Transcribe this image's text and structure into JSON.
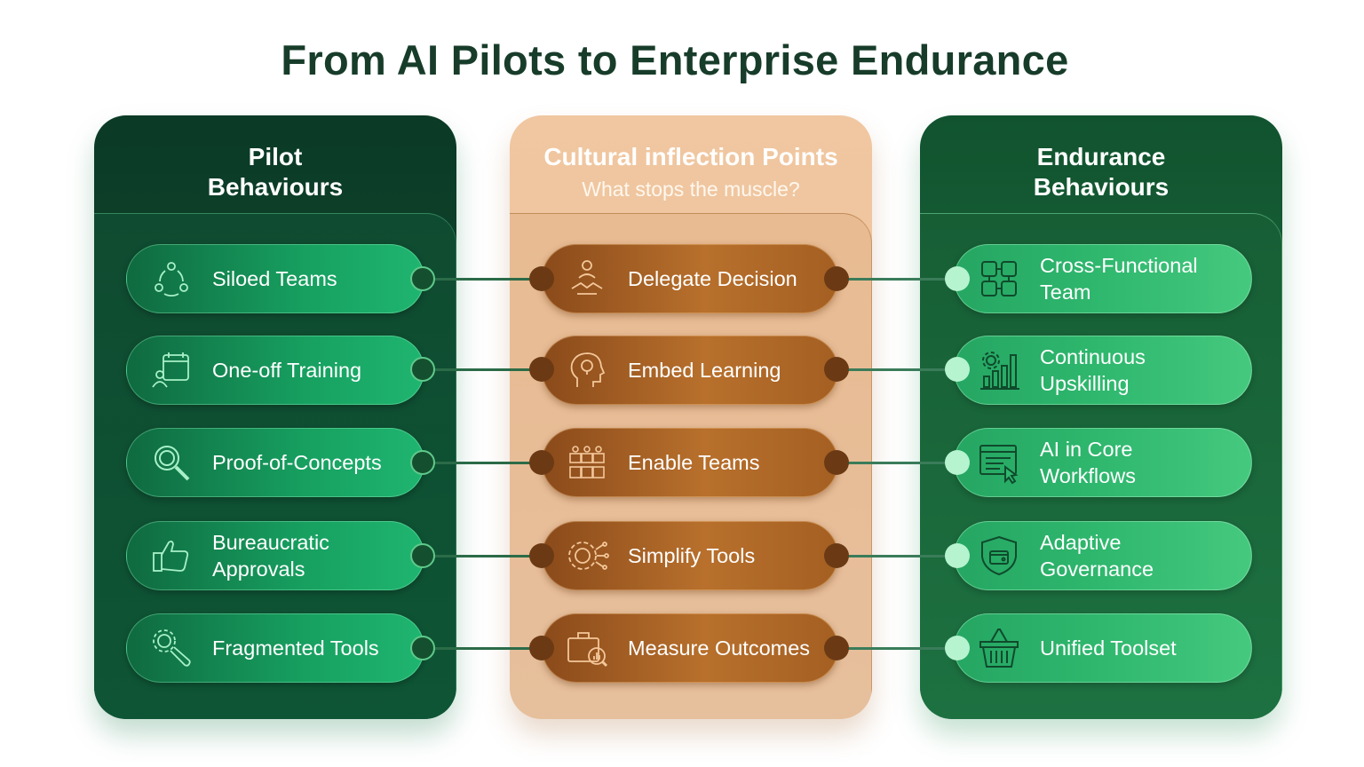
{
  "title": "From AI Pilots to Enterprise Endurance",
  "columns": {
    "left": {
      "title_line1": "Pilot",
      "title_line2": "Behaviours",
      "items": [
        {
          "label": "Siloed Teams",
          "icon": "circular-arrows-people-icon"
        },
        {
          "label": "One-off Training",
          "icon": "calendar-person-icon"
        },
        {
          "label": "Proof-of-Concepts",
          "icon": "magnifier-icon"
        },
        {
          "label": "Bureaucratic Approvals",
          "icon": "thumbs-up-icon"
        },
        {
          "label": "Fragmented Tools",
          "icon": "wrench-gear-icon"
        }
      ]
    },
    "middle": {
      "title": "Cultural inflection Points",
      "subtitle": "What stops the muscle?",
      "items": [
        {
          "label": "Delegate Decision",
          "icon": "handshake-leader-icon"
        },
        {
          "label": "Embed Learning",
          "icon": "head-lightbulb-icon"
        },
        {
          "label": "Enable Teams",
          "icon": "team-grid-icon"
        },
        {
          "label": "Simplify Tools",
          "icon": "gear-circuit-icon"
        },
        {
          "label": "Measure Outcomes",
          "icon": "briefcase-analytics-icon"
        }
      ]
    },
    "right": {
      "title_line1": "Endurance",
      "title_line2": "Behaviours",
      "items": [
        {
          "label": "Cross-Functional Team",
          "icon": "joined-hands-icon"
        },
        {
          "label": "Continuous Upskilling",
          "icon": "gear-bar-chart-icon"
        },
        {
          "label": "AI in Core Workflows",
          "icon": "browser-cursor-icon"
        },
        {
          "label": "Adaptive Governance",
          "icon": "shield-wallet-icon"
        },
        {
          "label": "Unified Toolset",
          "icon": "basket-icon"
        }
      ]
    }
  },
  "colors": {
    "title": "#173c2a",
    "left_column": "#0d4a2f",
    "middle_column": "#e9c09b",
    "right_column": "#1a6a3b",
    "green_pill": "#17a060",
    "orange_pill": "#b8702c"
  }
}
